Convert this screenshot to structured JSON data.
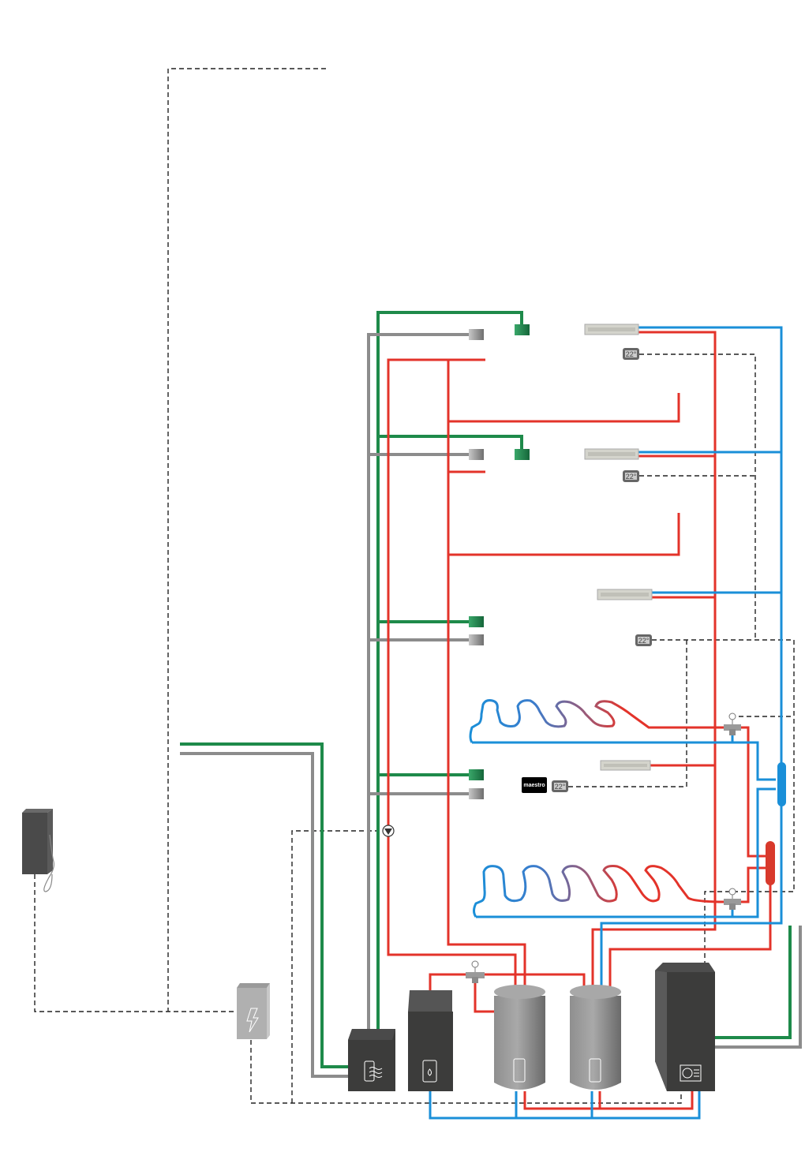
{
  "diagram": {
    "thermostats": [
      {
        "label": "22°"
      },
      {
        "label": "22°"
      },
      {
        "label": "22°"
      },
      {
        "label": "22°"
      }
    ],
    "controller": {
      "label": "maestro"
    },
    "colors": {
      "supply": "#e3332a",
      "return": "#1a8fd8",
      "ventilation_supply": "#1e8a4a",
      "ventilation_exhaust": "#8c8c8c",
      "device": "#3c3c3b"
    }
  }
}
